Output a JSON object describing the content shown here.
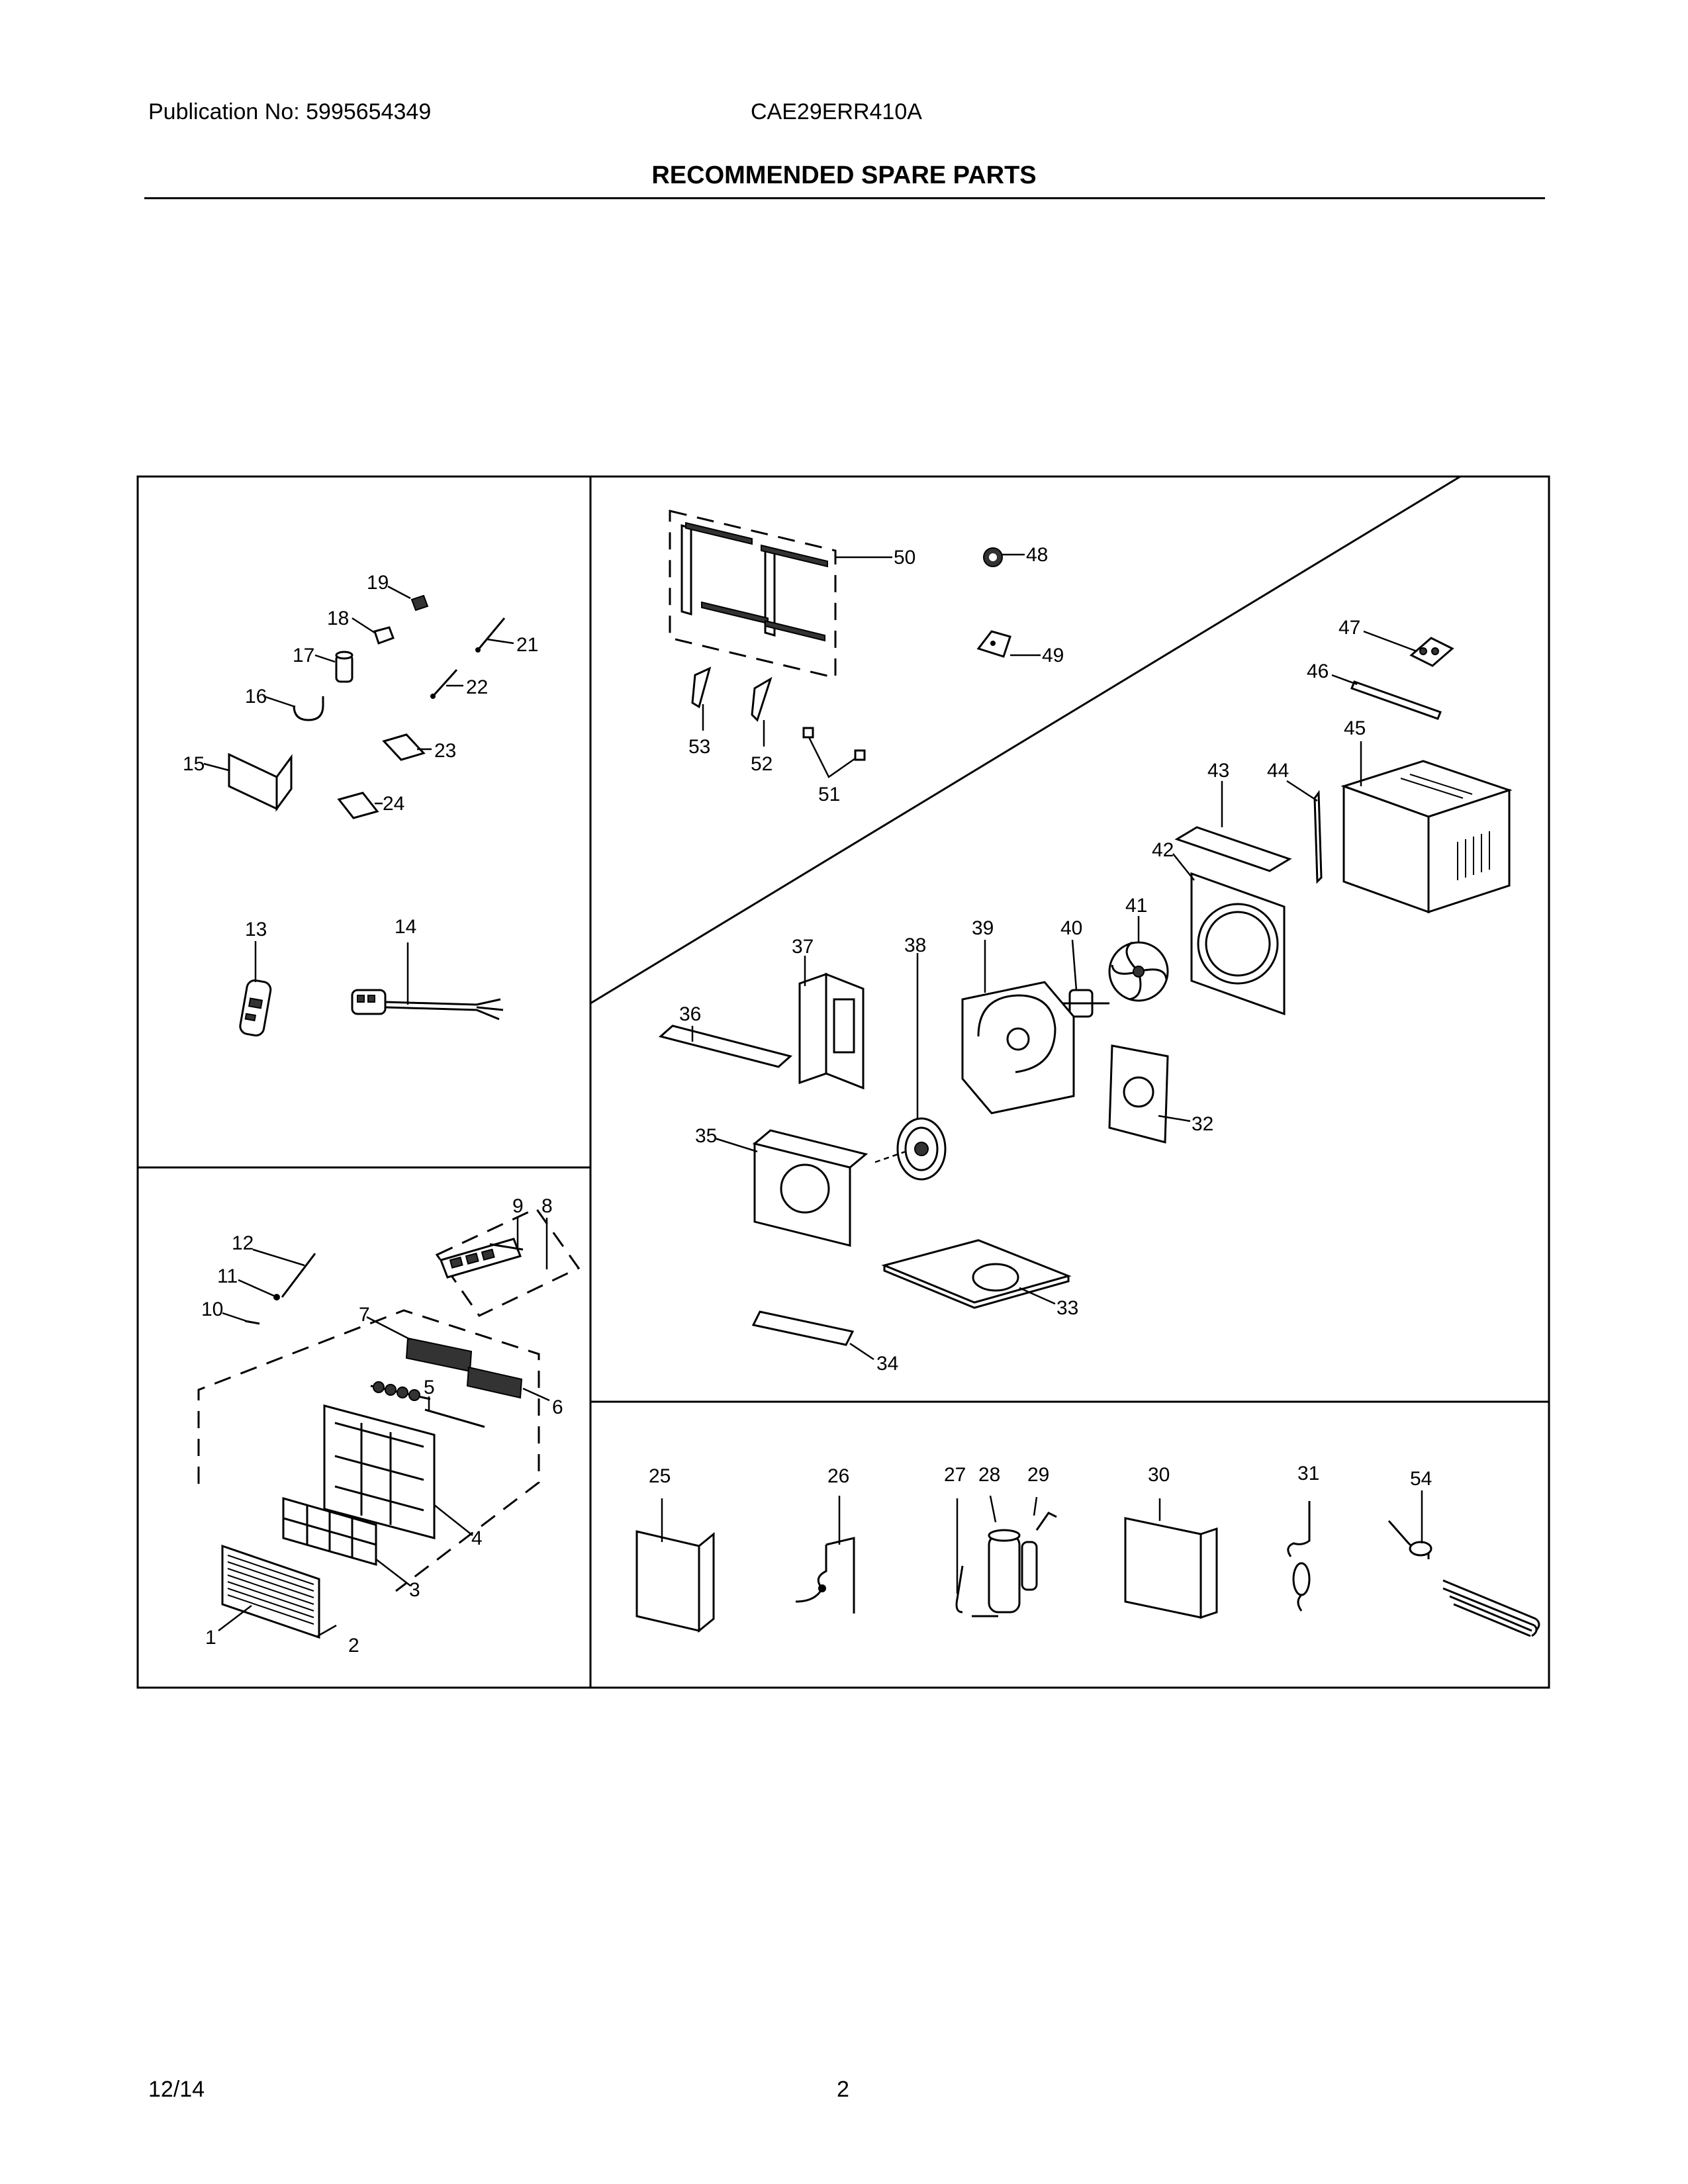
{
  "header": {
    "publication": "Publication No: 5995654349",
    "model": "CAE29ERR410A",
    "title": "RECOMMENDED SPARE PARTS"
  },
  "footer": {
    "date": "12/14",
    "page": "2"
  },
  "callouts": {
    "p1": "1",
    "p2": "2",
    "p3": "3",
    "p4": "4",
    "p5": "5",
    "p6": "6",
    "p7": "7",
    "p8": "8",
    "p9": "9",
    "p10": "10",
    "p11": "11",
    "p12": "12",
    "p13": "13",
    "p14": "14",
    "p15": "15",
    "p16": "16",
    "p17": "17",
    "p18": "18",
    "p19": "19",
    "p21": "21",
    "p22": "22",
    "p23": "23",
    "p24": "24",
    "p25": "25",
    "p26": "26",
    "p27": "27",
    "p28": "28",
    "p29": "29",
    "p30": "30",
    "p31": "31",
    "p32": "32",
    "p33": "33",
    "p34": "34",
    "p35": "35",
    "p36": "36",
    "p37": "37",
    "p38": "38",
    "p39": "39",
    "p40": "40",
    "p41": "41",
    "p42": "42",
    "p43": "43",
    "p44": "44",
    "p45": "45",
    "p46": "46",
    "p47": "47",
    "p48": "48",
    "p49": "49",
    "p50": "50",
    "p51": "51",
    "p52": "52",
    "p53": "53",
    "p54": "54"
  }
}
